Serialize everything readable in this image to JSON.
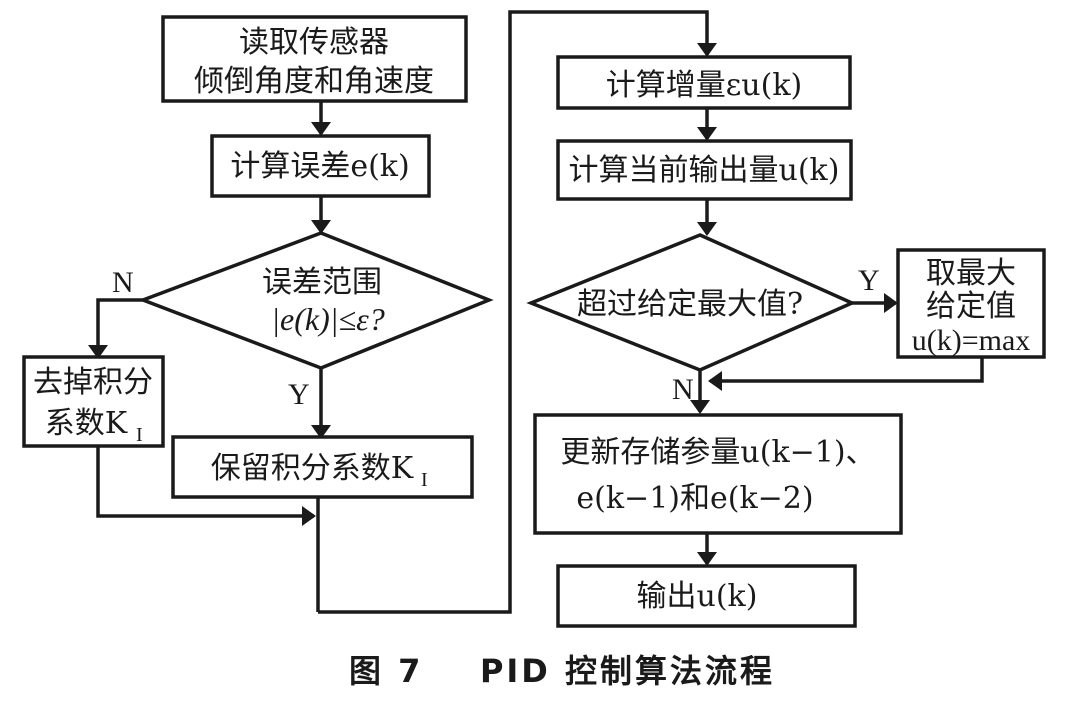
{
  "title": "图 7    PID 控制算法流程",
  "nodes": {
    "read_sensor": {
      "line1": "读取传感器",
      "line2": "倾倒角度和角速度"
    },
    "calc_error": {
      "label": "计算误差e(k)"
    },
    "error_range": {
      "line1": "误差范围",
      "line2": "|e(k)|≤ε?"
    },
    "remove_integral": {
      "line1": "去掉积分",
      "line2": "系数K",
      "sub": "I"
    },
    "keep_integral": {
      "label": "保留积分系数K",
      "sub": "I"
    },
    "calc_increment": {
      "label": "计算增量εu(k)"
    },
    "calc_output": {
      "label": "计算当前输出量u(k)"
    },
    "exceed_max": {
      "label": "超过给定最大值?"
    },
    "take_max": {
      "line1": "取最大",
      "line2": "给定值",
      "line3": "u(k)=max"
    },
    "update_params": {
      "line1": "更新存储参量u(k−1)、",
      "line2": "e(k−1)和e(k−2)"
    },
    "output": {
      "label": "输出u(k)"
    }
  },
  "branch_labels": {
    "error_no": "N",
    "error_yes": "Y",
    "exceed_yes": "Y",
    "exceed_no": "N"
  }
}
